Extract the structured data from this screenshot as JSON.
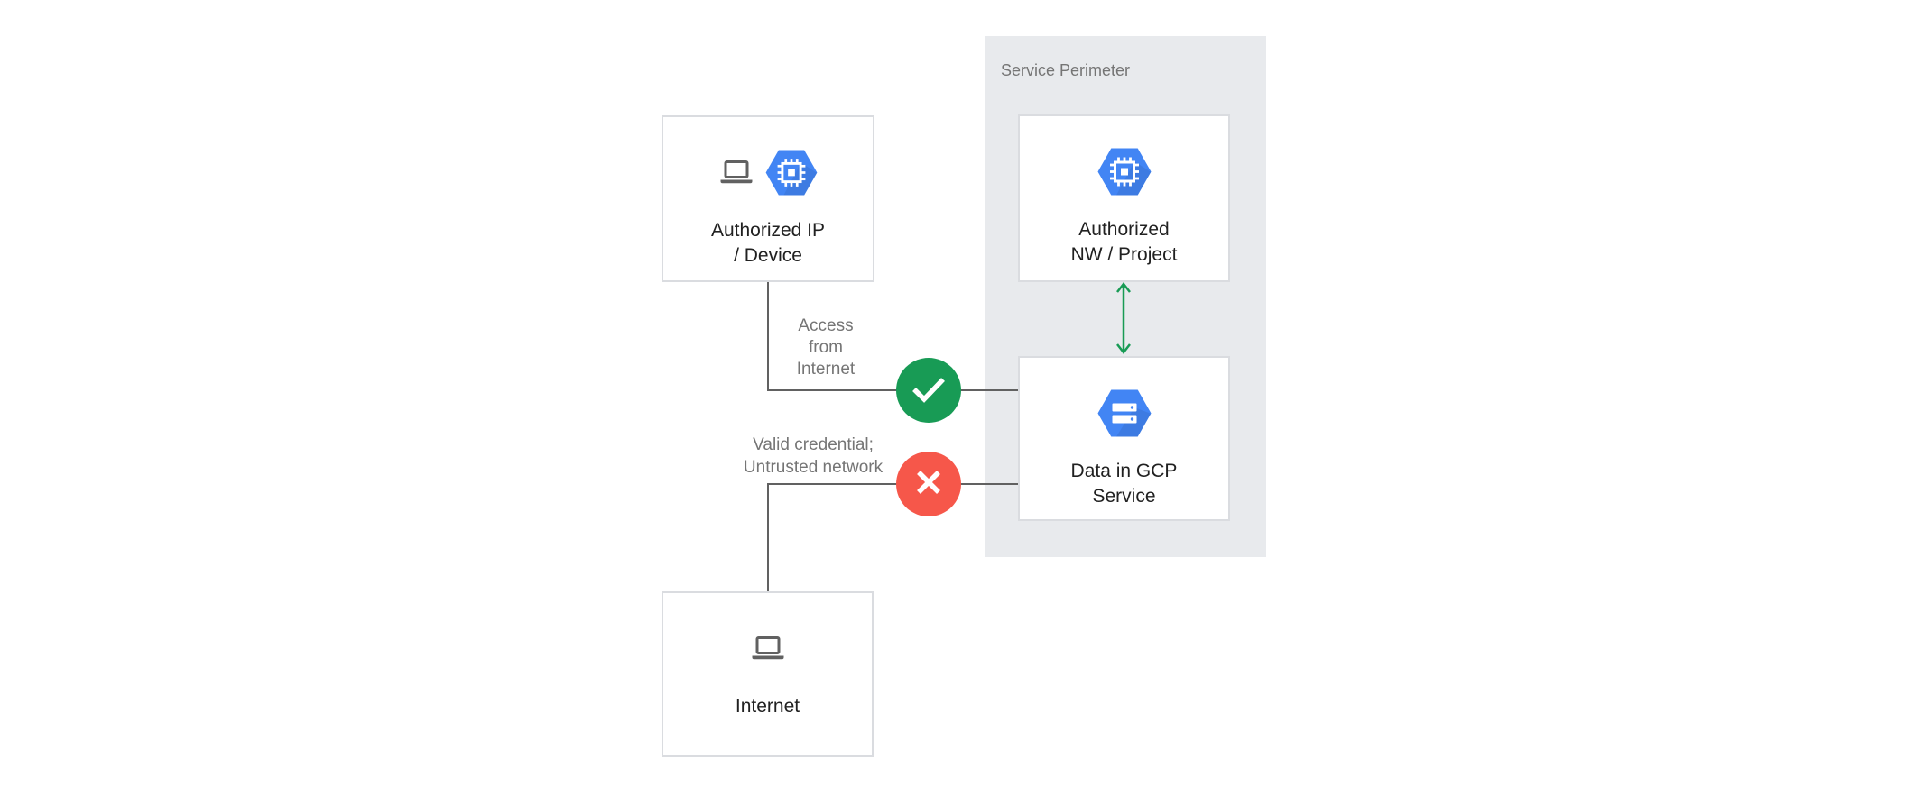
{
  "diagram": {
    "service_perimeter": {
      "label": "Service Perimeter"
    },
    "nodes": {
      "authorized_ip_device": {
        "line1": "Authorized IP",
        "line2": "/ Device",
        "icons": [
          "laptop-icon",
          "compute-engine-icon"
        ]
      },
      "authorized_nw_project": {
        "line1": "Authorized",
        "line2": "NW / Project",
        "icons": [
          "compute-engine-icon"
        ]
      },
      "data_in_gcp_service": {
        "line1": "Data in GCP",
        "line2": "Service",
        "icons": [
          "storage-icon"
        ]
      },
      "internet": {
        "label": "Internet",
        "icons": [
          "laptop-icon"
        ]
      }
    },
    "edge_labels": {
      "access_from_internet": {
        "line1": "Access",
        "line2": "from",
        "line3": "Internet",
        "status": "allowed",
        "status_icon": "check-icon"
      },
      "valid_credential_untrusted": {
        "line1": "Valid credential;",
        "line2": "Untrusted network",
        "status": "denied",
        "status_icon": "cross-icon"
      }
    },
    "connections": {
      "authorized_ip_to_data": {
        "type": "elbow",
        "through": "check-icon"
      },
      "internet_to_data": {
        "type": "elbow",
        "through": "cross-icon"
      },
      "nw_project_to_data": {
        "type": "bidirectional-arrow",
        "color": "#189B55"
      }
    },
    "colors": {
      "perimeter_background": "#E8EAED",
      "hexagon_blue": "#4285F4",
      "allowed_green": "#189B55",
      "denied_red": "#F6574A",
      "connector_gray": "#616161",
      "node_border": "#DADCE0",
      "muted_text": "#757575",
      "node_text": "#212121",
      "icon_gray": "#616161"
    }
  }
}
